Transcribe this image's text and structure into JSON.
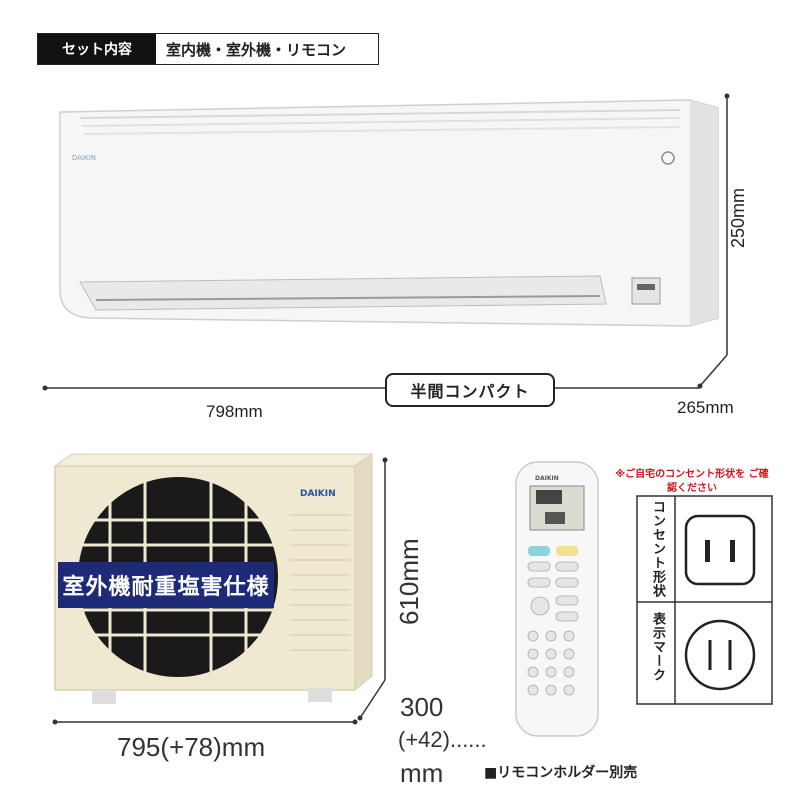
{
  "set_contents": {
    "label": "セット内容",
    "value": "室内機・室外機・リモコン"
  },
  "indoor_unit": {
    "brand_logo": "DAIKIN",
    "width": "798mm",
    "height": "250mm",
    "depth": "265mm",
    "compact_badge": "半間コンパクト"
  },
  "outdoor_unit": {
    "brand_logo": "DAIKIN",
    "badge": "室外機耐重塩害仕様",
    "height": "610mm",
    "width": "795(+78)mm",
    "depth_line1": "300",
    "depth_line2": "(+42)......",
    "depth_line3": "mm"
  },
  "remote": {
    "brand_logo": "DAIKIN",
    "holder_note": "■リモコンホルダー別売"
  },
  "outlet": {
    "note": "※ご自宅のコンセント形状を ご確認ください",
    "row1_label": "コンセント形状",
    "row2_label": "表示マーク"
  },
  "colors": {
    "badge_bg": "#1d2a78",
    "note_red": "#d2141c",
    "outdoor_body": "#efe9d2"
  }
}
